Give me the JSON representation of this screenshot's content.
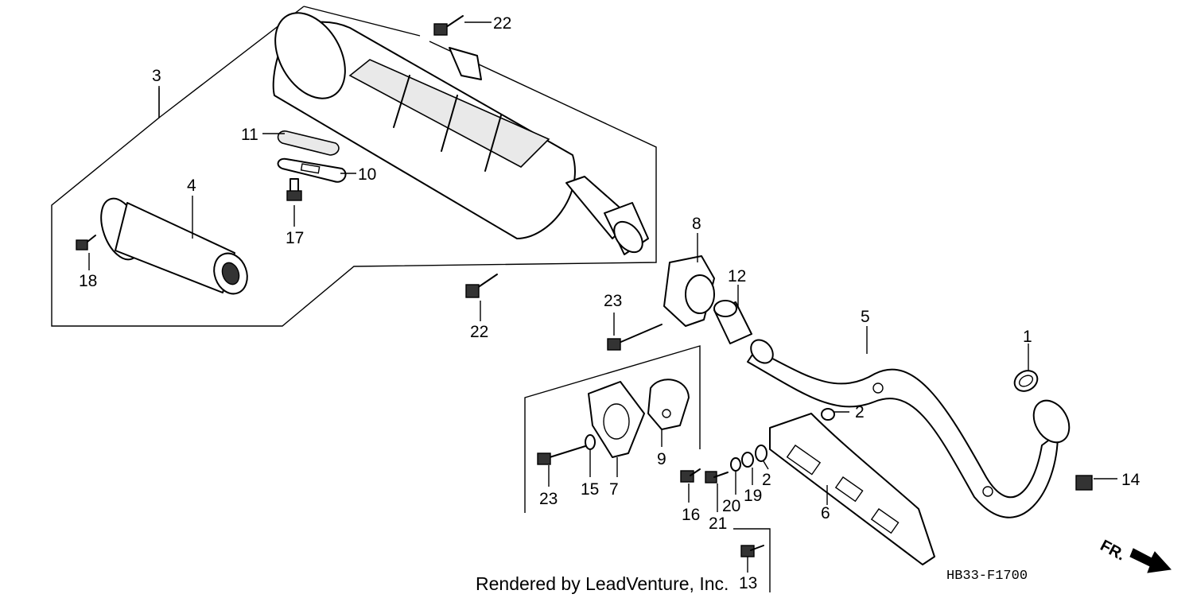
{
  "callouts": {
    "c1": "1",
    "c2a": "2",
    "c2b": "2",
    "c3": "3",
    "c4": "4",
    "c5": "5",
    "c6": "6",
    "c7": "7",
    "c8": "8",
    "c9": "9",
    "c10": "10",
    "c11": "11",
    "c12": "12",
    "c13": "13",
    "c14": "14",
    "c15": "15",
    "c16": "16",
    "c17": "17",
    "c18": "18",
    "c19": "19",
    "c20": "20",
    "c21": "21",
    "c22a": "22",
    "c22b": "22",
    "c23a": "23",
    "c23b": "23"
  },
  "diagram_code": "HB33-F1700",
  "footer_text": "Rendered by LeadVenture, Inc.",
  "direction_label": "FR.",
  "colors": {
    "ink": "#000000",
    "background": "#ffffff"
  }
}
